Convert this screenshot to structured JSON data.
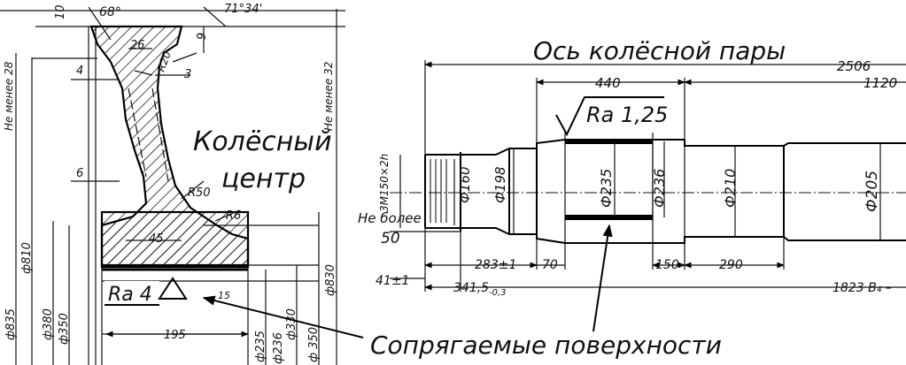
{
  "wheel_center": {
    "title_line1": "Колёсный",
    "title_line2": "центр",
    "angle_left": "68°",
    "angle_right": "71°34'",
    "dim_top_10": "10",
    "dim_9": "9",
    "dim_26": "26",
    "dim_r20": "R20",
    "dim_3": "3",
    "dim_4": "4",
    "dim_6": "6",
    "dim_r50": "R50",
    "dim_r6": "R6",
    "dim_45": "45",
    "dim_15": "15",
    "dim_195": "195",
    "note_min28": "Не менее 28",
    "note_min32": "Не менее 32",
    "roughness_ra4": "Ra 4",
    "dia_835": "ф835",
    "dia_810": "ф810",
    "dia_830": "ф830",
    "dia_380": "ф380",
    "dia_350": "ф350",
    "dia_330": "ф330",
    "dia_350b": "ф 350",
    "dia_235": "ф235",
    "dia_236": "ф236"
  },
  "axle": {
    "title": "Ось колёсной пары",
    "dim_2506": "2506",
    "dim_440": "440",
    "dim_1120": "1120",
    "thread": "3М150×2h",
    "note_max": "Не более",
    "note_50": "50",
    "roughness": "Ra 1,25",
    "dia_160": "Ф160",
    "dia_198": "Ф198",
    "dia_235": "Ф235",
    "dia_236": "Ф236",
    "dia_210": "Ф210",
    "dia_205": "Ф205",
    "dim_283": "283±1",
    "dim_70": "70",
    "dim_150": "150",
    "dim_290": "290",
    "dim_41": "41±1",
    "dim_341": "341,5",
    "dim_341_tol": "-0,3",
    "dim_1823": "1823 В₄ –"
  },
  "caption": "Сопрягаемые поверхности"
}
